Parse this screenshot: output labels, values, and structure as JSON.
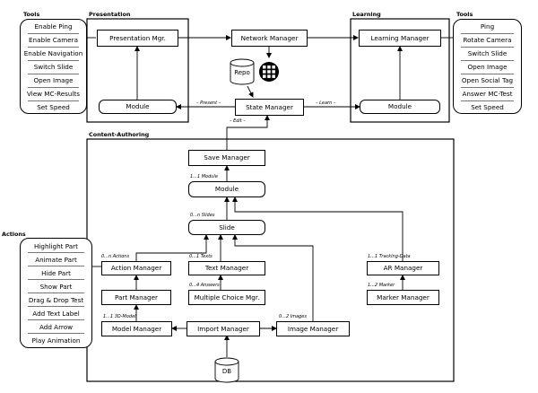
{
  "tools_left": {
    "title": "Tools",
    "items": [
      "Enable Ping",
      "Enable Camera",
      "Enable Navigation",
      "Switch Slide",
      "Open Image",
      "View MC-Results",
      "Set Speed"
    ]
  },
  "tools_right": {
    "title": "Tools",
    "items": [
      "Ping",
      "Rotate Camera",
      "Switch Slide",
      "Open Image",
      "Open Social Tag",
      "Answer MC-Test",
      "Set Speed"
    ]
  },
  "actions_panel": {
    "title": "Actions",
    "items": [
      "Highlight Part",
      "Animate Part",
      "Hide Part",
      "Show Part",
      "Drag & Drop Test",
      "Add Text Label",
      "Add Arrow",
      "Play Animation"
    ]
  },
  "groups": {
    "presentation": "Presentation",
    "learning": "Learning",
    "content_authoring": "Content-Authoring"
  },
  "nodes": {
    "presentation_mgr": "Presentation Mgr.",
    "presentation_module": "Module",
    "network_manager": "Network Manager",
    "repo": "Repo",
    "state_manager": "State Manager",
    "learning_manager": "Learning Manager",
    "learning_module": "Module",
    "save_manager": "Save Manager",
    "ca_module": "Module",
    "slide": "Slide",
    "action_manager": "Action Manager",
    "text_manager": "Text Manager",
    "part_manager": "Part Manager",
    "mc_manager": "Multiple Choice Mgr.",
    "model_manager": "Model Manager",
    "import_manager": "Import Manager",
    "image_manager": "Image Manager",
    "ar_manager": "AR Manager",
    "marker_manager": "Marker Manager",
    "db": "DB"
  },
  "edge_labels": {
    "present": "– Present –",
    "learn": "– Learn –",
    "edit": "– Edit –",
    "module_mult": "1...1 Module",
    "slides_mult": "0...n Slides",
    "actions_mult": "0...n Actions",
    "texts_mult": "0...1 Texts",
    "answers_mult": "0...4 Answers",
    "model_mult": "1...1 3D-Model",
    "images_mult": "0...2 Images",
    "tracking_mult": "1...1 Tracking-Data",
    "marker_mult": "1...2 Marker"
  }
}
